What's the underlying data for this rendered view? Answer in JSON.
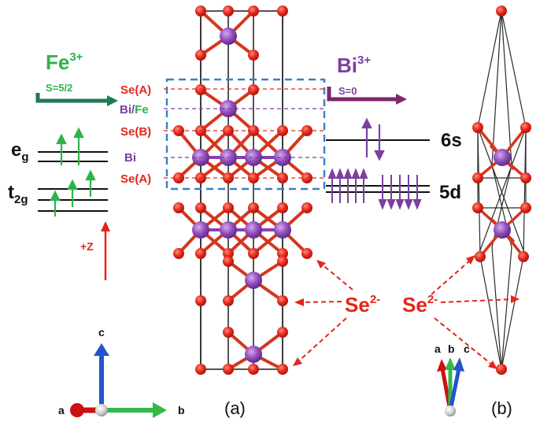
{
  "colors": {
    "fe": "#2db34a",
    "bi": "#7b3fa0",
    "se": "#e3261b",
    "bond_se": "#d4361e",
    "bond_bi": "#8a3fb0",
    "frame": "#2a2a2a",
    "box": "#3a7fc1",
    "arrow_fe": "#1e7a52",
    "arrow_bi": "#7a2a6a",
    "spin_fe": "#2db34a",
    "spin_bi": "#7b3fa0",
    "axis_c": "#2255cc",
    "axis_a": "#cc1111",
    "axis_b": "#33b84a",
    "plusz": "#e3261b"
  },
  "fe_ion": {
    "symbol": "Fe",
    "charge": "3+",
    "spin": "S=5/2"
  },
  "bi_ion": {
    "symbol": "Bi",
    "charge": "3+",
    "spin": "S=0"
  },
  "orbitals": {
    "eg_main": "e",
    "eg_sub": "g",
    "t2g_main": "t",
    "t2g_sub": "2g",
    "s6": "6s",
    "d5": "5d",
    "plusz": "+Z"
  },
  "layer_labels": {
    "se_a_top": "Se(A)",
    "bi": "Bi",
    "slash": "/",
    "fe": "Fe",
    "se_b": "Se(B)",
    "bi_mid": "Bi",
    "se_a_bottom": "Se(A)"
  },
  "se_label": {
    "a_base": "Se",
    "a_sup": "2-",
    "b_base": "Se",
    "b_sup": "2-"
  },
  "axes_a": {
    "a": "a",
    "b": "b",
    "c": "c"
  },
  "axes_b": {
    "a": "a",
    "b": "b",
    "c": "c"
  },
  "panels": {
    "a": "(a)",
    "b": "(b)"
  }
}
